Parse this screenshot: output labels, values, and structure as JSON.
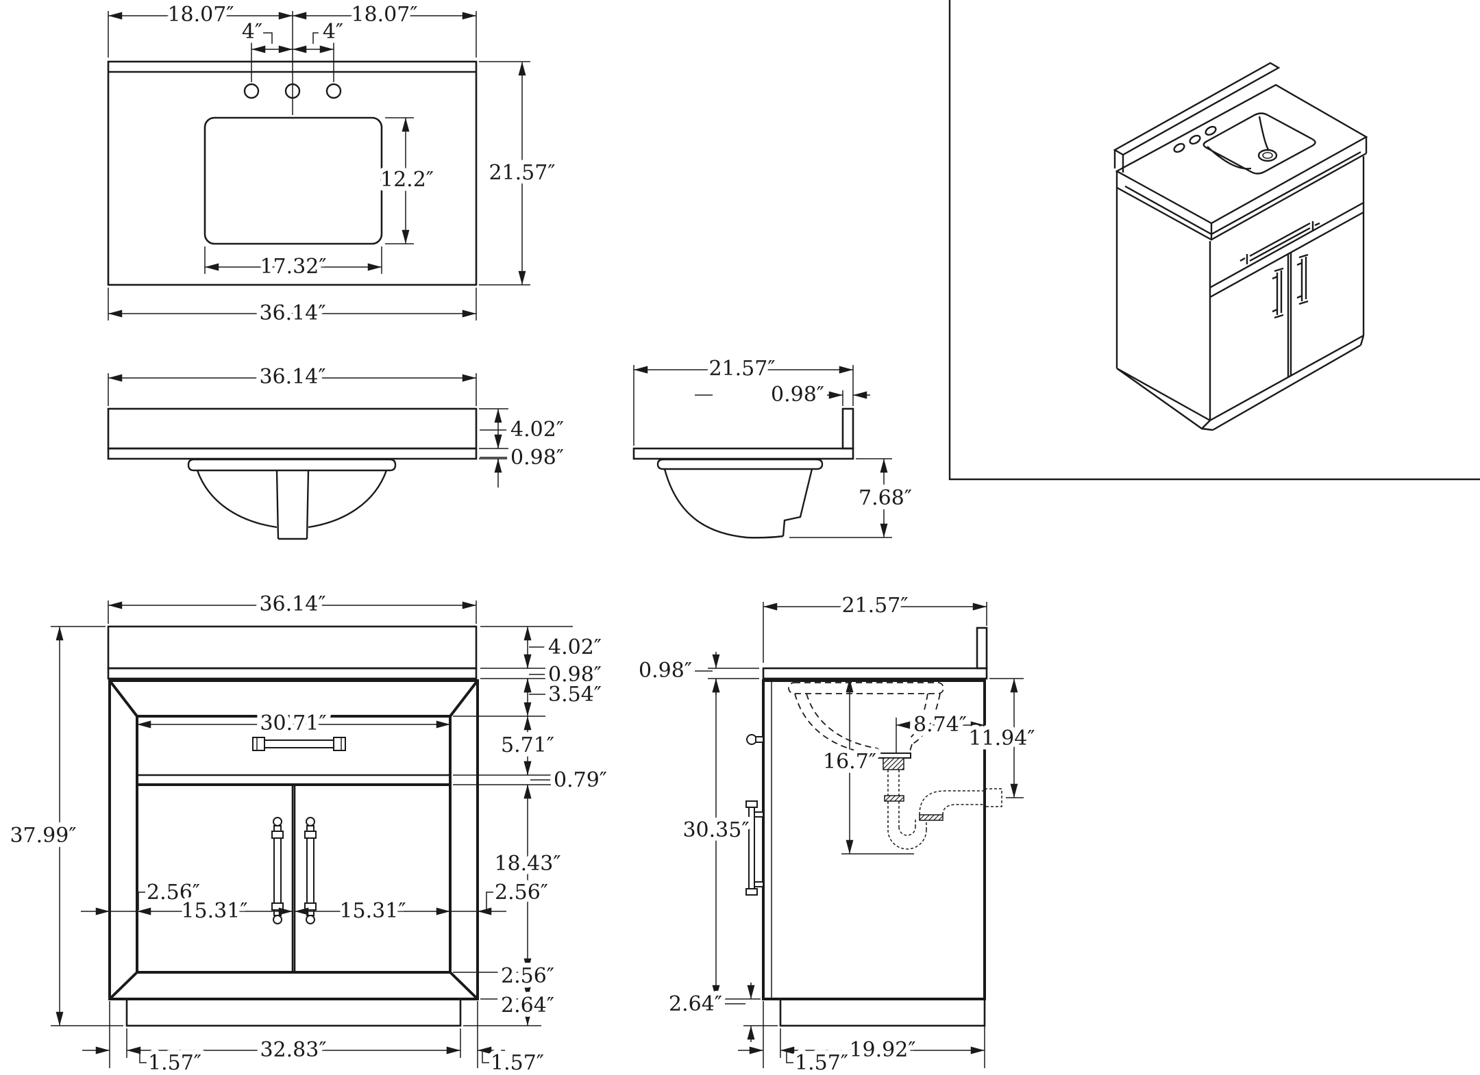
{
  "drawing": {
    "kind": "bathroom vanity dimensioned technical drawing",
    "line_color": "#1a1a1a",
    "background": "#ffffff",
    "views": {
      "top": {
        "name": "countertop top view",
        "dims": {
          "left_half": "18.07″",
          "right_half": "18.07″",
          "hole_left": "4″",
          "hole_right": "4″",
          "sink_depth": "12.2″",
          "overall_depth": "21.57″",
          "sink_width": "17.32″",
          "overall_width": "36.14″"
        }
      },
      "counter_front": {
        "name": "countertop front view",
        "dims": {
          "width": "36.14″",
          "backsplash_height": "4.02″",
          "slab_thickness": "0.98″"
        }
      },
      "counter_side": {
        "name": "countertop side view",
        "dims": {
          "depth": "21.57″",
          "backsplash_thickness": "0.98″",
          "bowl_depth": "7.68″"
        }
      },
      "cabinet_front": {
        "name": "cabinet front view",
        "dims": {
          "width": "36.14″",
          "height": "37.99″",
          "drawer_width": "30.71″",
          "backsplash_height": "4.02″",
          "slab": "0.98″",
          "top_rail": "3.54″",
          "drawer_height": "5.71″",
          "gap": "0.79″",
          "door_height": "18.43″",
          "door_offset_left": "2.56″",
          "door_left_width": "15.31″",
          "door_right_width": "15.31″",
          "door_offset_right": "2.56″",
          "bottom_rail": "2.56″",
          "toe_height": "2.64″",
          "base_width": "32.83″",
          "toe_offset_left": "1.57″",
          "toe_offset_right": "1.57″"
        }
      },
      "cabinet_side": {
        "name": "cabinet side view",
        "dims": {
          "depth": "21.57″",
          "slab": "0.98″",
          "drain_offset": "8.74″",
          "outlet_height": "11.94″",
          "drain_depth": "16.7″",
          "side_height": "30.35″",
          "toe_height": "2.64″",
          "base_depth": "19.92″",
          "toe_offset": "1.57″"
        }
      }
    }
  }
}
